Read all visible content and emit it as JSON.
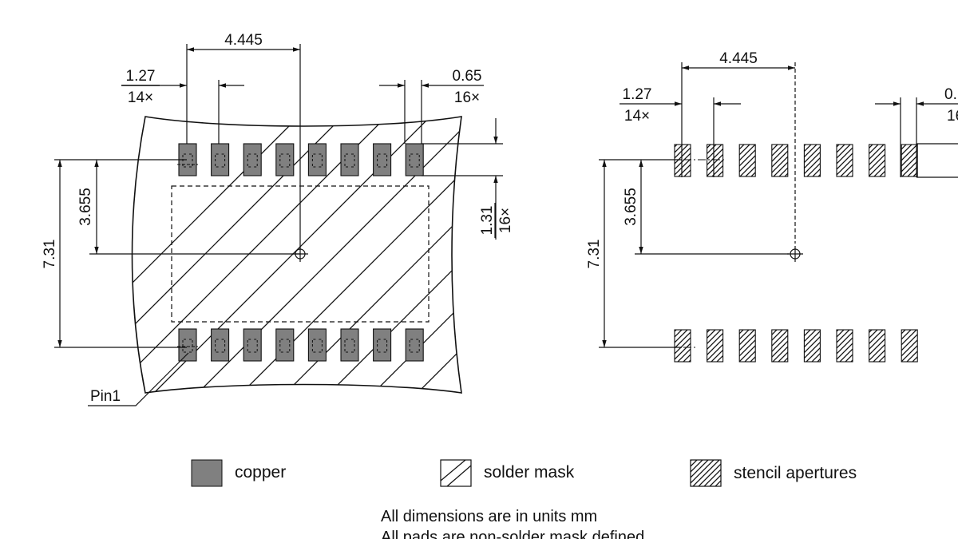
{
  "left_view": {
    "pitch_label": "4.445",
    "pad_pitch": {
      "value": "1.27",
      "count": "14×"
    },
    "pad_width": {
      "value": "0.65",
      "count": "16×"
    },
    "pad_height": {
      "value": "1.31",
      "count": "16×"
    },
    "center_offset": "3.655",
    "row_span": "7.31",
    "pin1_label": "Pin1"
  },
  "right_view": {
    "pitch_label": "4.445",
    "pad_pitch": {
      "value": "1.27",
      "count": "14×"
    },
    "pad_width_partial": {
      "value": "0.",
      "count": "16"
    },
    "center_offset": "3.655",
    "row_span": "7.31"
  },
  "legend": {
    "copper": "copper",
    "solder_mask": "solder mask",
    "stencil": "stencil apertures"
  },
  "colors": {
    "copper": "#808080",
    "line": "#111111"
  },
  "notes": [
    "All dimensions are in units mm",
    "All pads are non-solder mask defined"
  ]
}
